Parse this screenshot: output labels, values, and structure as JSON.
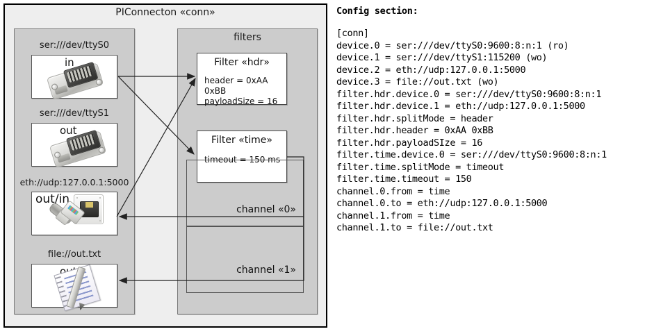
{
  "component": {
    "title": "PIConnecton «conn»",
    "devices_panel": {
      "name": "devices",
      "items": [
        {
          "label": "ser:///dev/ttyS0",
          "direction": "in",
          "icon": "serial-db9-icon"
        },
        {
          "label": "ser:///dev/ttyS1",
          "direction": "out",
          "icon": "serial-db9-icon"
        },
        {
          "label": "eth://udp:127.0.0.1:5000",
          "direction": "out/in",
          "icon": "ethernet-rj45-icon"
        },
        {
          "label": "file://out.txt",
          "direction": "out",
          "icon": "notepad-pen-icon"
        }
      ]
    },
    "filters_panel": {
      "title": "filters",
      "filters": [
        {
          "title": "Filter «hdr»",
          "props": [
            "header = 0xAA 0xBB",
            "payloadSize = 16"
          ]
        },
        {
          "title": "Filter «time»",
          "props": [
            "timeout = 150 ms"
          ]
        }
      ],
      "channels": [
        {
          "label": "channel «0»"
        },
        {
          "label": "channel «1»"
        }
      ]
    }
  },
  "config": {
    "heading": "Config section:",
    "text": "[conn]\ndevice.0 = ser:///dev/ttyS0:9600:8:n:1 (ro)\ndevice.1 = ser:///dev/ttyS1:115200 (wo)\ndevice.2 = eth://udp:127.0.0.1:5000\ndevice.3 = file://out.txt (wo)\nfilter.hdr.device.0 = ser:///dev/ttyS0:9600:8:n:1\nfilter.hdr.device.1 = eth://udp:127.0.0.1:5000\nfilter.hdr.splitMode = header\nfilter.hdr.header = 0xAA 0xBB\nfilter.hdr.payloadSIze = 16\nfilter.time.device.0 = ser:///dev/ttyS0:9600:8:n:1\nfilter.time.splitMode = timeout\nfilter.time.timeout = 150\nchannel.0.from = time\nchannel.0.to = eth://udp:127.0.0.1:5000\nchannel.1.from = time\nchannel.1.to = file://out.txt"
  },
  "colors": {
    "canvas": "#ffffff",
    "component_fill": "#eeeeee",
    "panel_fill": "#cccccc",
    "box_fill": "#ffffff",
    "stroke": "#1a1a1a"
  }
}
